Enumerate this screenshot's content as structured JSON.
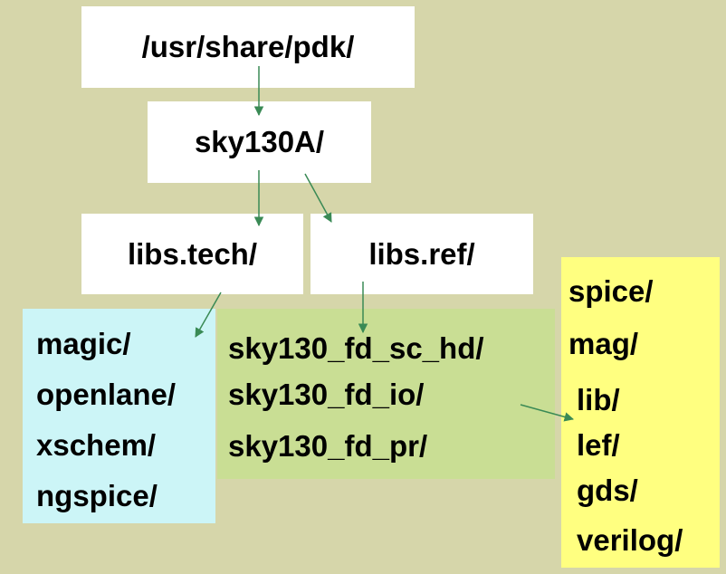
{
  "nodes": {
    "root": "/usr/share/pdk/",
    "pdk": "sky130A/",
    "tech": "libs.tech/",
    "ref": "libs.ref/"
  },
  "tech_dirs": [
    "magic/",
    "openlane/",
    "xschem/",
    "ngspice/"
  ],
  "ref_libs": [
    "sky130_fd_sc_hd/",
    "sky130_fd_io/",
    "sky130_fd_pr/"
  ],
  "view_dirs": [
    "spice/",
    "mag/",
    "lib/",
    "lef/",
    "gds/",
    "verilog/"
  ],
  "colors": {
    "background": "#d6d6aa",
    "node_fill": "#ffffff",
    "tech_panel": "#ccf5f7",
    "ref_panel": "#c9de94",
    "views_panel": "#ffff80",
    "arrow": "#3a8a55"
  }
}
